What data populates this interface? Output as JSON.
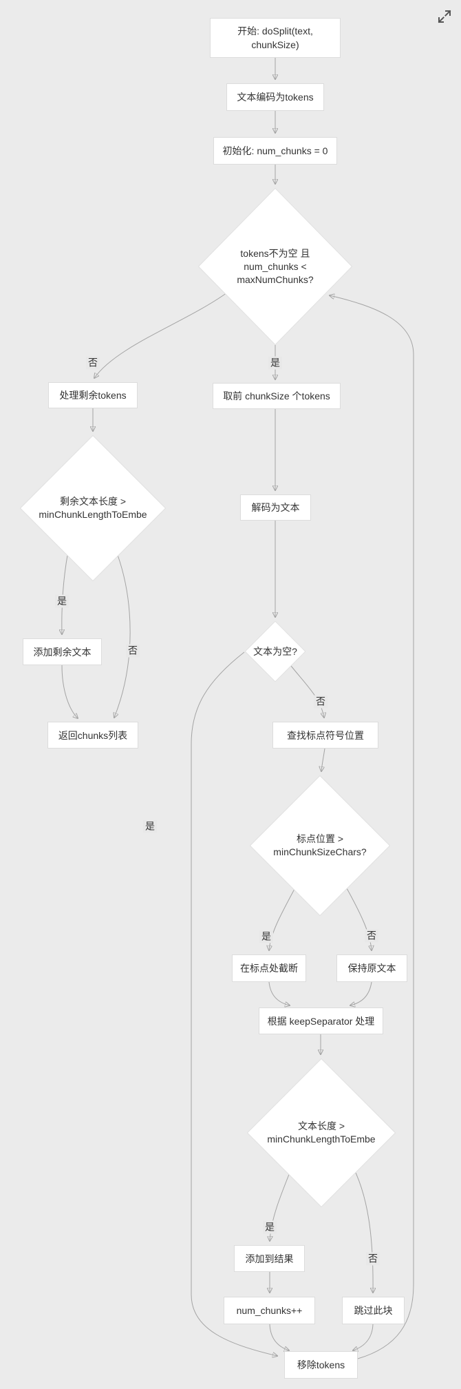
{
  "page": {
    "background": "#ebebeb"
  },
  "nodes": {
    "start": {
      "label": "开始: doSplit(text,\nchunkSize)"
    },
    "encode": {
      "label": "文本编码为tokens"
    },
    "init": {
      "label": "初始化: num_chunks = 0"
    },
    "cond_loop": {
      "label": "tokens不为空 且\nnum_chunks <\nmaxNumChunks?"
    },
    "handle_remaining": {
      "label": "处理剩余tokens"
    },
    "take_tokens": {
      "label": "取前 chunkSize 个tokens"
    },
    "cond_remaining_len": {
      "label": "剩余文本长度 >\nminChunkLengthToEmbe"
    },
    "decode": {
      "label": "解码为文本"
    },
    "add_remaining": {
      "label": "添加剩余文本"
    },
    "return_chunks": {
      "label": "返回chunks列表"
    },
    "cond_text_empty": {
      "label": "文本为空?"
    },
    "find_punct": {
      "label": "查找标点符号位置"
    },
    "cond_punct_pos": {
      "label": "标点位置 >\nminChunkSizeChars?"
    },
    "truncate_at_punct": {
      "label": "在标点处截断"
    },
    "keep_original": {
      "label": "保持原文本"
    },
    "keep_separator": {
      "label": "根据 keepSeparator 处理"
    },
    "cond_text_len": {
      "label": "文本长度 >\nminChunkLengthToEmbe"
    },
    "add_result": {
      "label": "添加到结果"
    },
    "inc_chunks": {
      "label": "num_chunks++"
    },
    "skip_chunk": {
      "label": "跳过此块"
    },
    "remove_tokens": {
      "label": "移除tokens"
    }
  },
  "edge_labels": {
    "loop_no": "否",
    "loop_yes": "是",
    "remaining_yes": "是",
    "remaining_no": "否",
    "empty_no": "否",
    "empty_yes": "是",
    "punct_yes": "是",
    "punct_no": "否",
    "len_yes": "是",
    "len_no": "否"
  },
  "colors": {
    "background": "#ebebeb",
    "node_fill": "#ffffff",
    "node_border": "#dcdcdc",
    "edge": "#a3a3a3",
    "text": "#333333",
    "label_bg": "#e8e8e8",
    "icon": "#555555"
  }
}
